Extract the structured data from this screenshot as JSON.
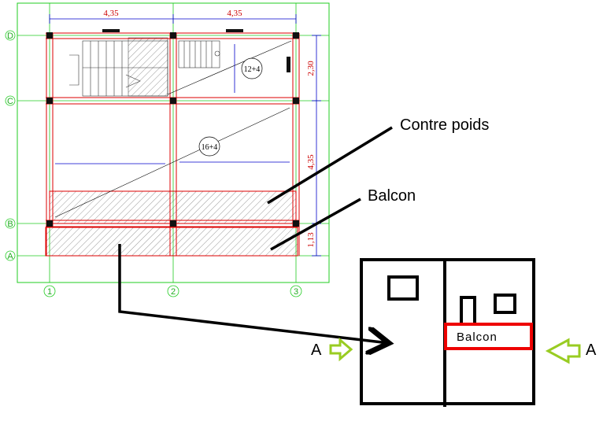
{
  "plan": {
    "dims_top": [
      "4,35",
      "4,35"
    ],
    "dims_right": [
      "2,30",
      "4,35",
      "1,13"
    ],
    "grid_rows": [
      "D",
      "C",
      "B",
      "A"
    ],
    "grid_cols": [
      "1",
      "2",
      "3"
    ],
    "slab_labels": [
      "12+4",
      "16+4"
    ]
  },
  "annotations": {
    "contre_poids": "Contre poids",
    "balcon": "Balcon"
  },
  "section": {
    "balcon_label": "Balcon",
    "view_left": "A",
    "view_right": "A"
  },
  "colors": {
    "grid": "#22cc22",
    "beam": "#dd0000",
    "dim": "#0000cc",
    "arrow": "#99cc22",
    "balcon_box": "#ee0000"
  }
}
